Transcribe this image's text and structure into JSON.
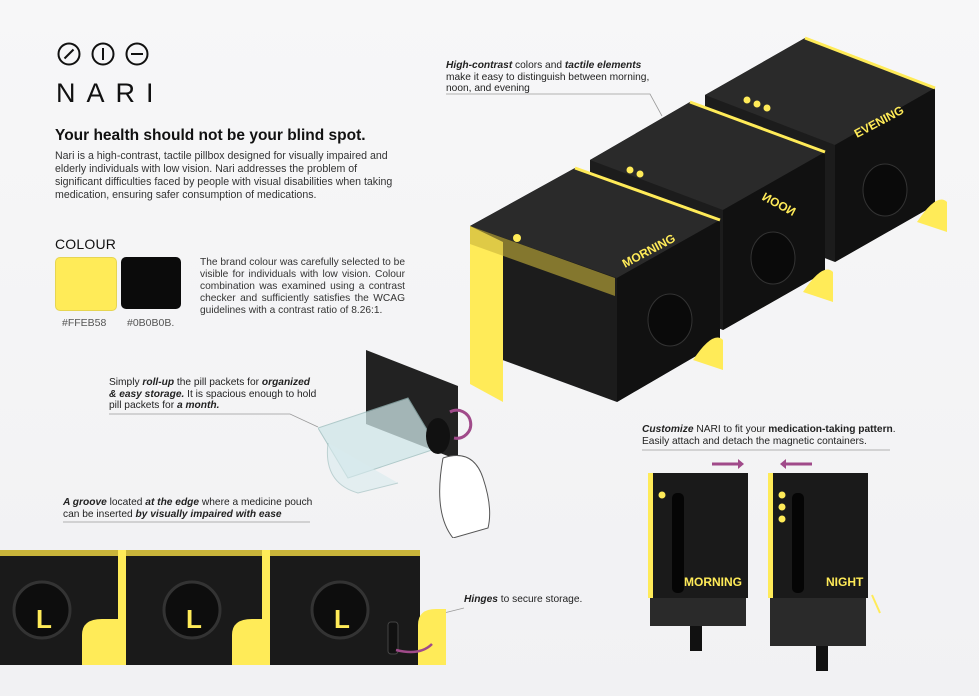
{
  "brand": {
    "name": "NARI",
    "tagline": "Your health should not be your blind spot.",
    "description": "Nari is a high-contrast, tactile pillbox designed for visually impaired and elderly individuals with low vision. Nari addresses the problem of significant difficulties faced by people with visual disabilities when taking medication, ensuring safer consumption of medications."
  },
  "colour": {
    "heading": "COLOUR",
    "swatches": [
      {
        "hex": "#FFEB58",
        "label": "#FFEB58"
      },
      {
        "hex": "#0B0B0B",
        "label": "#0B0B0B."
      }
    ],
    "description": "The brand colour was carefully selected to be visible for individuals with low vision. Colour combination was examined using a contrast checker and sufficiently satisfies the WCAG guidelines with a contrast ratio of 8.26:1."
  },
  "callouts": {
    "contrast": {
      "em1": "High-contrast",
      "t1": " colors and ",
      "em2": "tactile elements",
      "t2": " make it easy to distinguish between morning, noon, and evening"
    },
    "rollup": {
      "t1": "Simply ",
      "em1": "roll-up",
      "t2": " the pill packets for ",
      "em2": "organized & easy storage.",
      "t3": " It is spacious enough to hold pill packets for ",
      "em3": "a month."
    },
    "groove": {
      "em1": "A groove",
      "t1": " located ",
      "em2": "at the edge",
      "t2": " where a medicine pouch can be inserted ",
      "em3": "by visually impaired with ease"
    },
    "customize": {
      "em1": "Customize",
      "t1": " NARI to fit your ",
      "em2": "medication-taking pattern",
      "t2": ". Easily attach and detach the magnetic containers."
    },
    "hinges": {
      "em1": "Hinges",
      "t1": " to secure storage."
    }
  },
  "modules": {
    "morning": "MORNING",
    "noon": "NOON",
    "evening": "EVENING",
    "night": "NIGHT",
    "knob_letter": "L"
  },
  "colors": {
    "yellow": "#FFEB58",
    "black": "#0B0B0B",
    "accent_arrow": "#a04a8a"
  }
}
